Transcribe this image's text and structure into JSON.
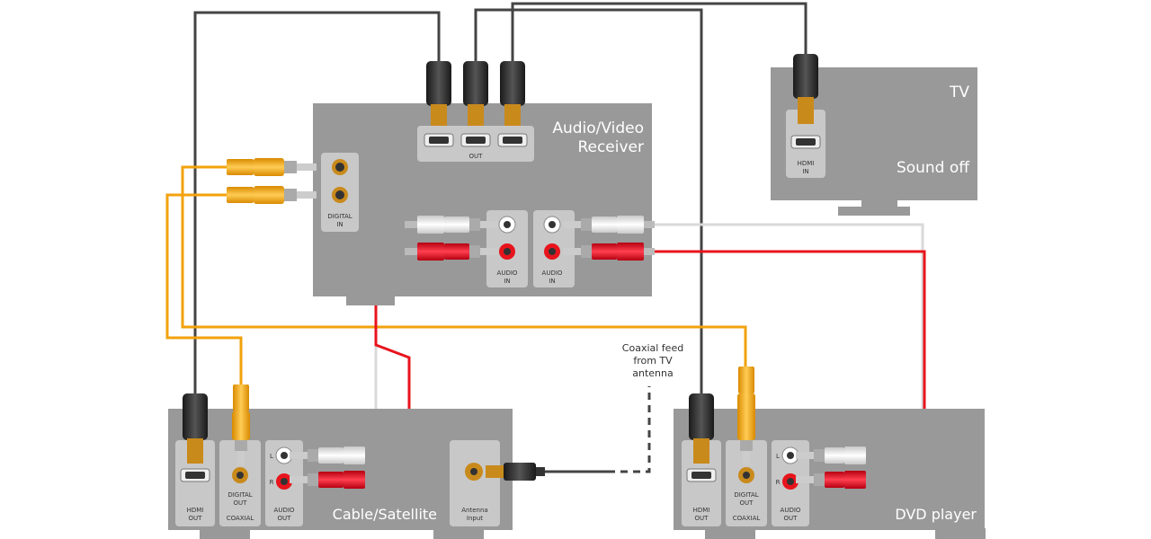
{
  "devices": {
    "receiver": {
      "name_line1": "Audio/Video",
      "name_line2": "Receiver",
      "out_label": "OUT",
      "digital_in_line1": "DIGITAL",
      "digital_in_line2": "IN",
      "audio_in_line1": "AUDIO",
      "audio_in_line2": "IN"
    },
    "tv": {
      "name": "TV",
      "status": "Sound off",
      "hdmi_in_line1": "HDMI",
      "hdmi_in_line2": "IN"
    },
    "cable": {
      "name": "Cable/Satellite",
      "hdmi_out_line1": "HDMI",
      "hdmi_out_line2": "OUT",
      "digital_out_line1": "DIGITAL",
      "digital_out_line2": "OUT",
      "coaxial": "COAXIAL",
      "audio_out_line1": "AUDIO",
      "audio_out_line2": "OUT",
      "l": "L",
      "r": "R",
      "antenna_line1": "Antenna",
      "antenna_line2": "Input"
    },
    "dvd": {
      "name": "DVD player",
      "hdmi_out_line1": "HDMI",
      "hdmi_out_line2": "OUT",
      "digital_out_line1": "DIGITAL",
      "digital_out_line2": "OUT",
      "coaxial": "COAXIAL",
      "audio_out_line1": "AUDIO",
      "audio_out_line2": "OUT",
      "l": "L",
      "r": "R"
    }
  },
  "annotation": {
    "line1": "Coaxial feed",
    "line2": "from TV",
    "line3": "antenna"
  },
  "colors": {
    "device": "#999999",
    "panel": "#c8c8c8",
    "hdmi_cable": "#444444",
    "orange_cable": "#f2a20c",
    "red_cable": "#e8141c",
    "white_cable": "#d9d9d9",
    "gold": "#c98a1c"
  }
}
